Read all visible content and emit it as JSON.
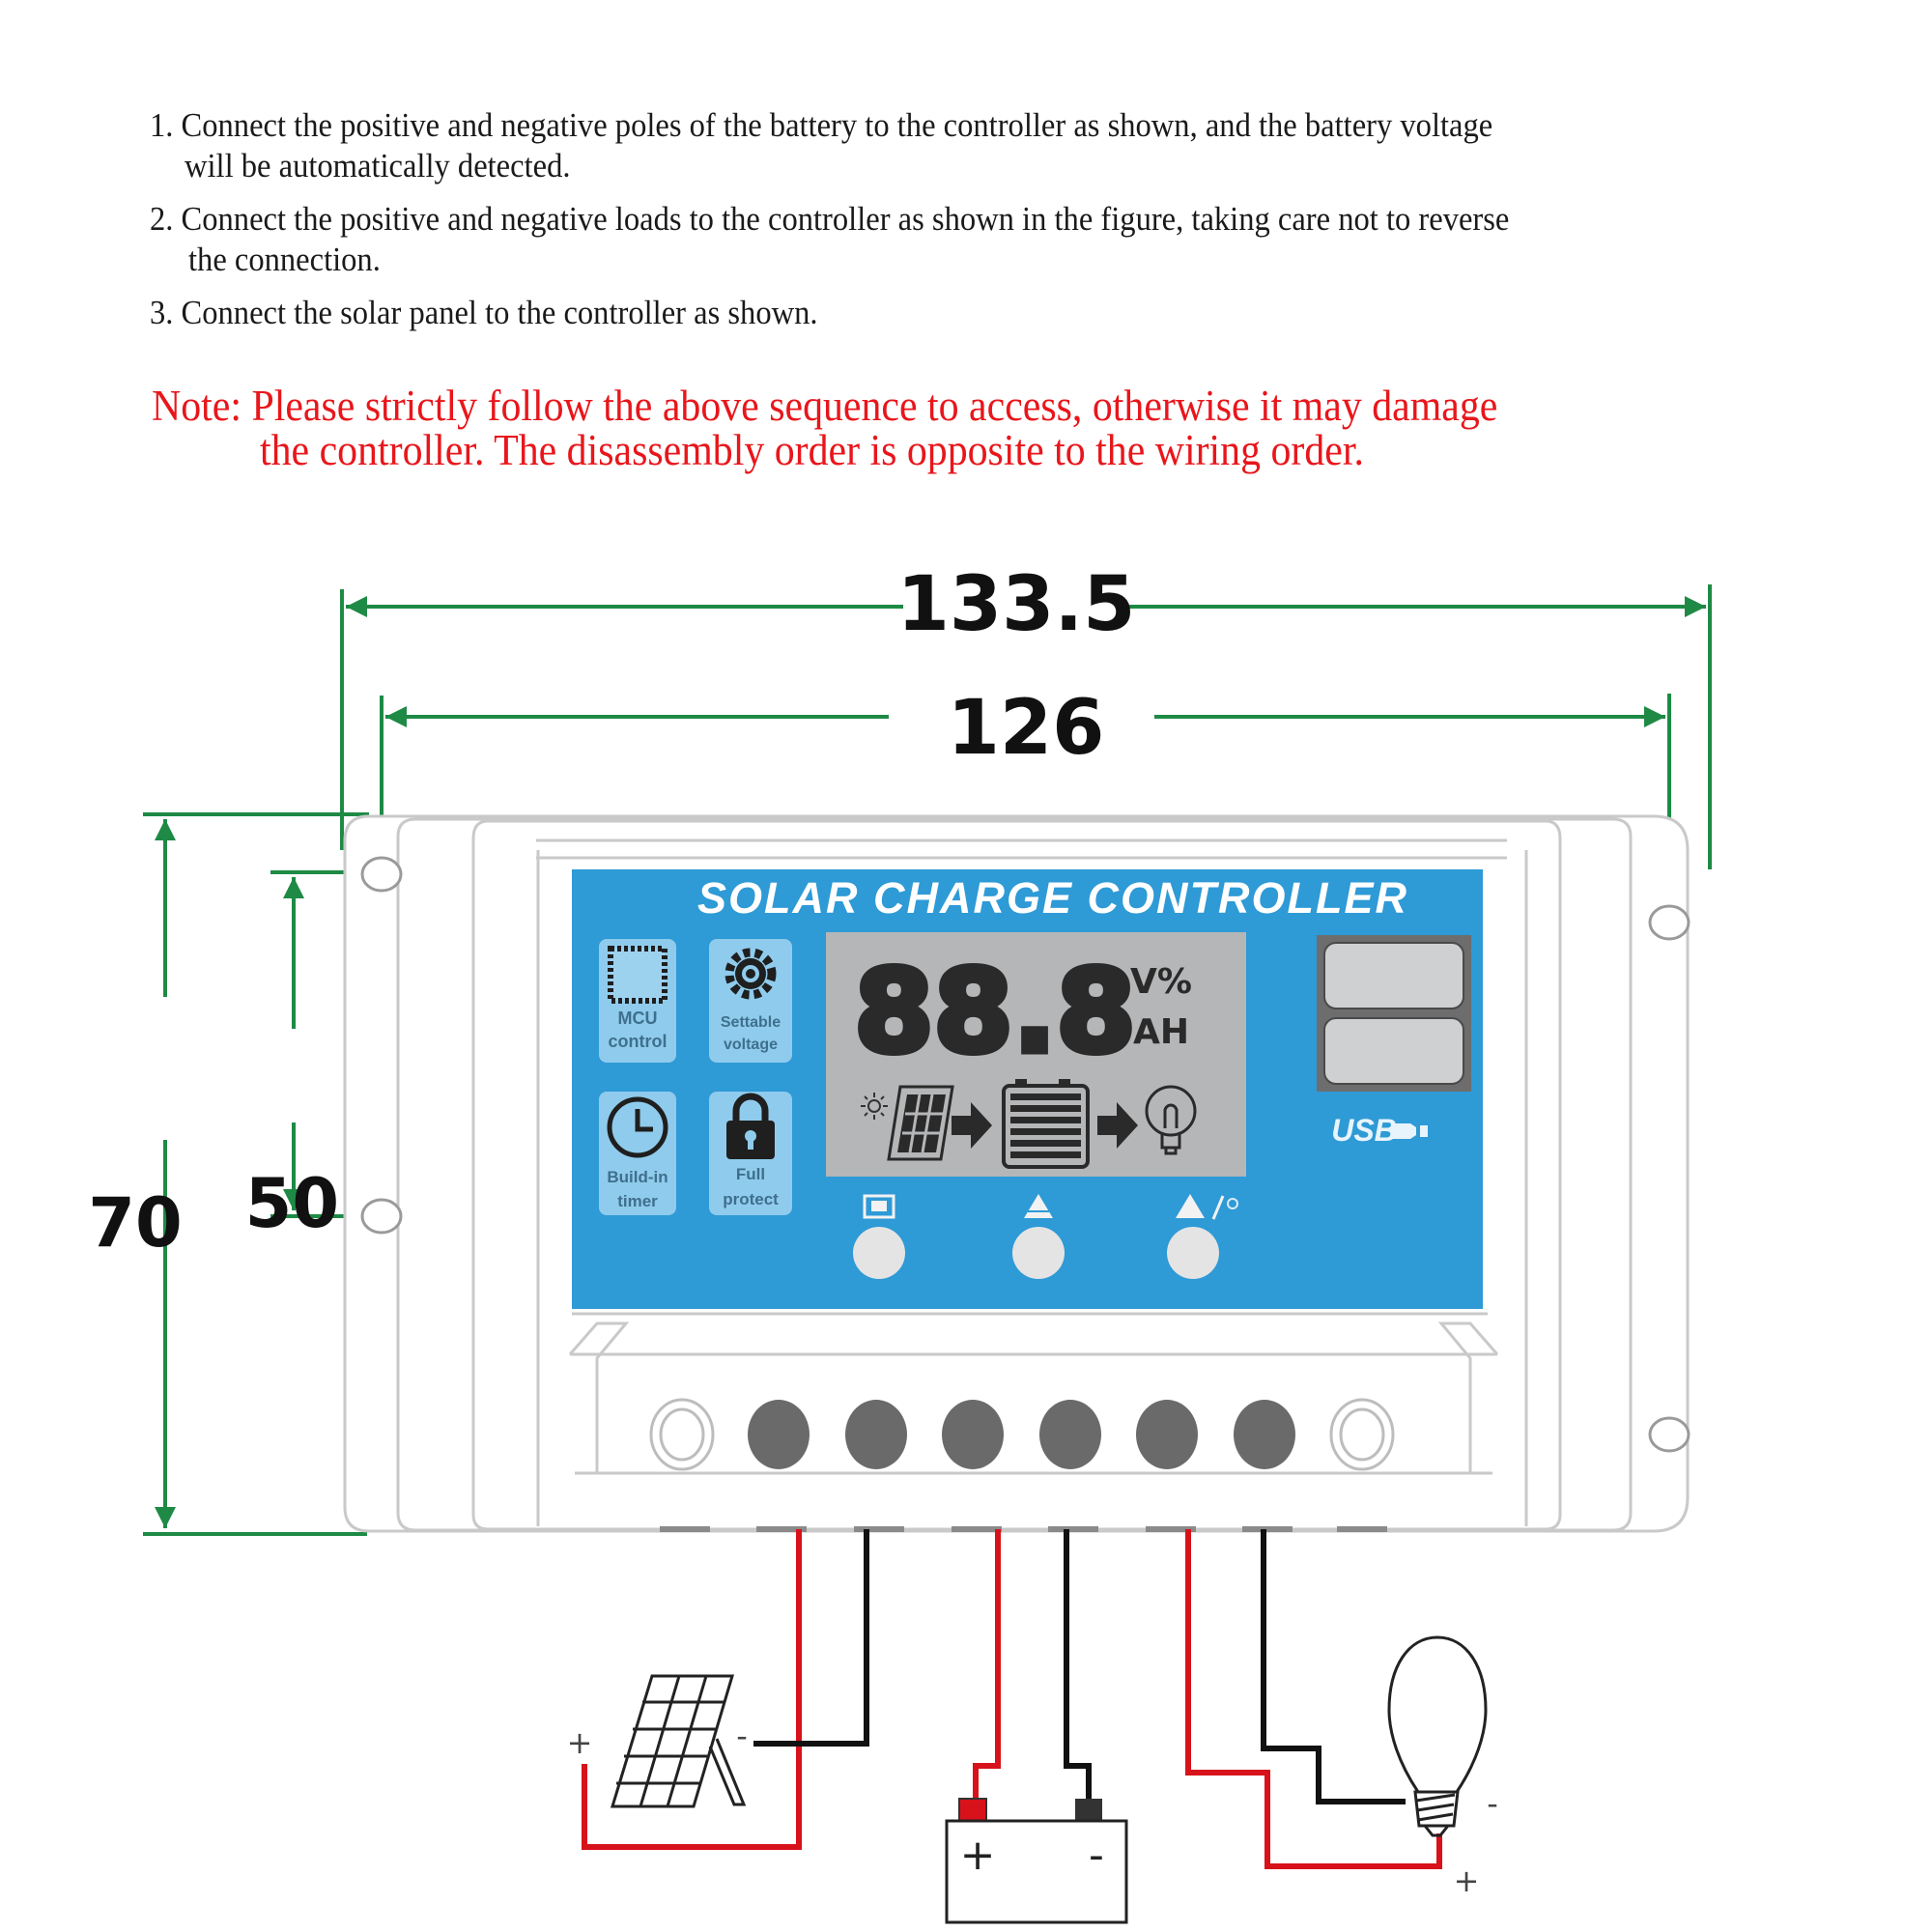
{
  "instructions": [
    {
      "line1": "1. Connect the positive and negative poles of the battery to the controller as shown, and the battery voltage",
      "line2": "will be automatically detected."
    },
    {
      "line1": "2. Connect the positive and negative loads to the controller as shown in the figure, taking care not to reverse",
      "line2": "the connection."
    },
    {
      "line1": "3. Connect the solar panel to the controller as shown."
    }
  ],
  "note": {
    "line1": "Note: Please strictly follow the above sequence to access, otherwise it may damage",
    "line2": "the controller. The disassembly order is opposite to the wiring order."
  },
  "dimensions": {
    "overall_width": "133.5",
    "hole_spacing_width": "126",
    "overall_height": "70",
    "hole_spacing_height": "50.5"
  },
  "controller": {
    "title": "SOLAR CHARGE CONTROLLER",
    "features": [
      {
        "line1": "MCU",
        "line2": "control",
        "icon": "chip-icon"
      },
      {
        "line1": "Settable",
        "line2": "voltage",
        "icon": "gear-icon"
      },
      {
        "line1": "Build-in",
        "line2": "timer",
        "icon": "clock-icon"
      },
      {
        "line1": "Full",
        "line2": "protect",
        "icon": "lock-icon"
      }
    ],
    "lcd": {
      "digits": "88.8",
      "unit_top": "V%",
      "unit_bottom": "AH"
    },
    "usb_label": "USB",
    "buttons": [
      {
        "icon": "menu-icon"
      },
      {
        "icon": "up-icon"
      },
      {
        "icon": "down-light-icon"
      }
    ]
  },
  "wiring": {
    "solar": {
      "plus": "+",
      "minus": "-"
    },
    "battery": {
      "plus": "+",
      "minus": "-"
    },
    "load": {
      "plus": "+",
      "minus": "-"
    }
  },
  "colors": {
    "dimension_green": "#1e8a45",
    "panel_blue": "#2e9ad6",
    "lcd_gray": "#b5b6b8",
    "wire_red": "#d8121a",
    "wire_black": "#111111",
    "note_red": "#e8161b"
  }
}
